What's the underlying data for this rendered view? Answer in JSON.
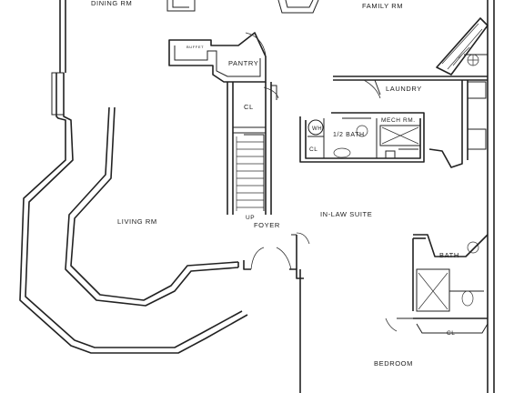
{
  "rooms": {
    "dining_rm": "DINING RM",
    "family_rm": "FAMILY RM",
    "pantry": "PANTRY",
    "buffet": "BUFFET",
    "laundry": "LAUNDRY",
    "cl_stair": "CL",
    "half_bath": "1/2 BATH",
    "mech_rm": "MECH RM.",
    "wh": "WH",
    "cl_bath": "CL",
    "living_rm": "LIVING RM",
    "up": "UP",
    "foyer": "FOYER",
    "in_law_suite": "IN-LAW SUITE",
    "bath": "BATH",
    "cl_bedroom": "CL",
    "bedroom": "BEDROOM"
  },
  "colors": {
    "line": "#222222",
    "background": "#ffffff"
  }
}
